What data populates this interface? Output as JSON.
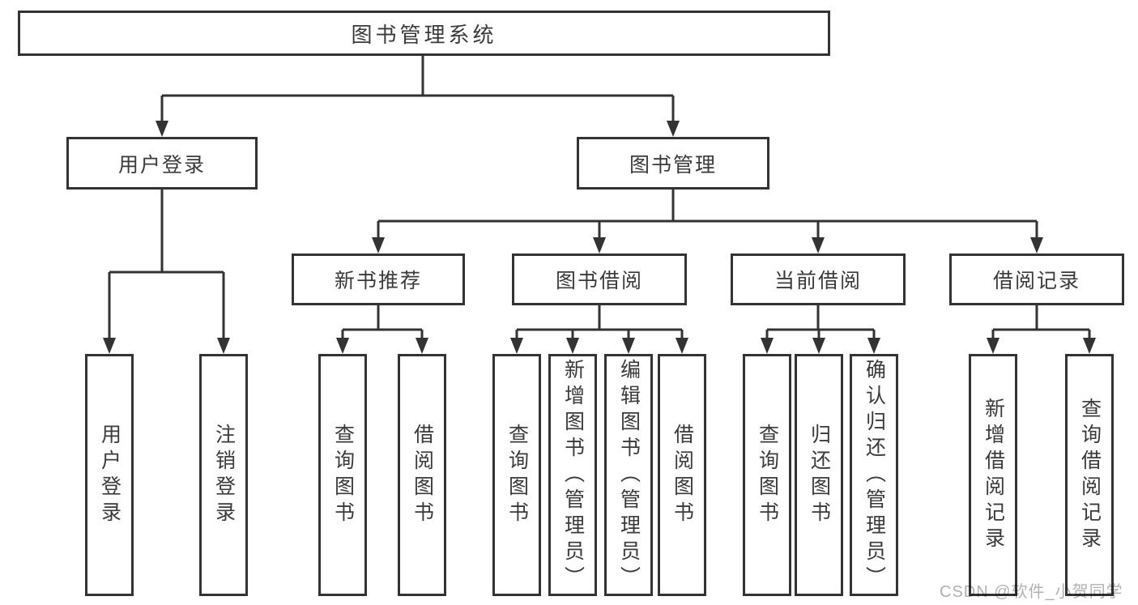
{
  "diagram": {
    "root": {
      "label": "图书管理系统"
    },
    "level2": {
      "user_login": {
        "label": "用户登录"
      },
      "book_mgmt": {
        "label": "图书管理"
      }
    },
    "level3": {
      "new_book_rec": {
        "label": "新书推荐"
      },
      "book_borrow": {
        "label": "图书借阅"
      },
      "current_borrow": {
        "label": "当前借阅"
      },
      "borrow_records": {
        "label": "借阅记录"
      }
    },
    "leaves": {
      "user_login_leaf": {
        "label": "用户登录"
      },
      "logout": {
        "label": "注销登录"
      },
      "rec_query_book": {
        "label": "查询图书"
      },
      "rec_borrow_book": {
        "label": "借阅图书"
      },
      "bb_query_book": {
        "label": "查询图书"
      },
      "bb_add_book": {
        "label": "新增图书（管理员）"
      },
      "bb_edit_book": {
        "label": "编辑图书（管理员）"
      },
      "bb_borrow_book": {
        "label": "借阅图书"
      },
      "cb_query_book": {
        "label": "查询图书"
      },
      "cb_return_book": {
        "label": "归还图书"
      },
      "cb_confirm_return": {
        "label": "确认归还（管理员）"
      },
      "br_add_record": {
        "label": "新增借阅记录"
      },
      "br_query_record": {
        "label": "查询借阅记录"
      }
    }
  },
  "watermark": {
    "text": "CSDN @软件_小贺同学"
  },
  "colors": {
    "line": "#333333",
    "text": "#3a3a3a",
    "watermark": "#b1b1b1",
    "background": "#ffffff"
  }
}
